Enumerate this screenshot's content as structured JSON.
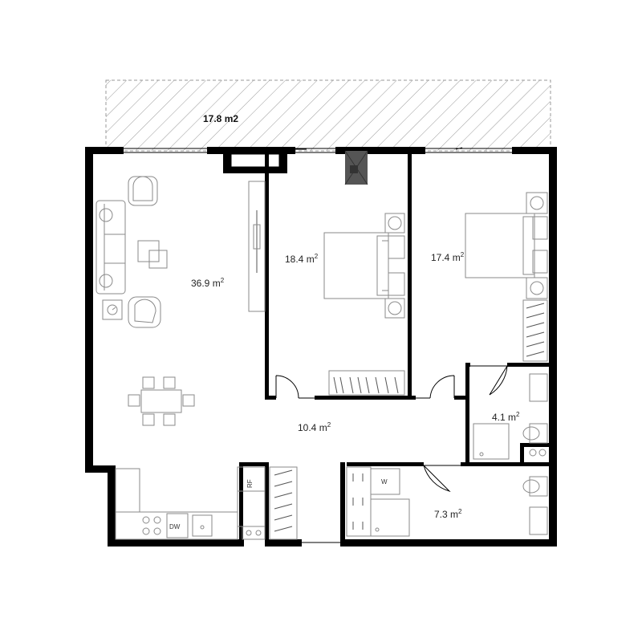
{
  "terrace": {
    "area_label": "17.8 m2"
  },
  "rooms": {
    "living": {
      "area": "36.9 m",
      "sup": "2"
    },
    "bedroom_1": {
      "area": "18.4 m",
      "sup": "2"
    },
    "bedroom_2": {
      "area": "17.4 m",
      "sup": "2"
    },
    "hall": {
      "area": "10.4 m",
      "sup": "2"
    },
    "wc": {
      "area": "4.1 m",
      "sup": "2"
    },
    "bathroom": {
      "area": "7.3 m",
      "sup": "2"
    }
  },
  "appliances": {
    "dishwasher": "DW",
    "fridge": "RF",
    "washer": "W"
  },
  "colors": {
    "wall": "#000000",
    "furniture": "#8a8a8a",
    "chimney": "#555555",
    "terrace_hatch": "#9a9a9a"
  }
}
